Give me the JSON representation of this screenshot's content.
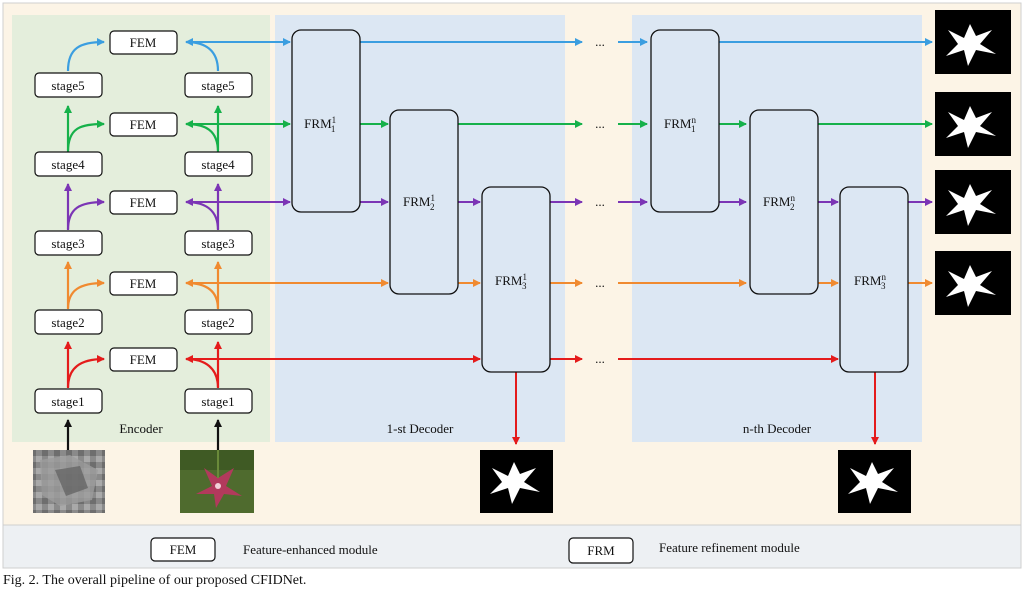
{
  "encoder": {
    "panel_label": "Encoder",
    "fem_label": "FEM",
    "left_stages": [
      "stage1",
      "stage2",
      "stage3",
      "stage4",
      "stage5"
    ],
    "right_stages": [
      "stage1",
      "stage2",
      "stage3",
      "stage4",
      "stage5"
    ]
  },
  "decoder1": {
    "panel_label": "1-st Decoder",
    "frm_base": "FRM",
    "frm_sup": [
      "1",
      "1",
      "1"
    ],
    "frm_sub": [
      "1",
      "2",
      "3"
    ]
  },
  "decoderN": {
    "panel_label": "n-th Decoder",
    "frm_base": "FRM",
    "frm_sup": [
      "n",
      "n",
      "n"
    ],
    "frm_sub": [
      "1",
      "2",
      "3"
    ]
  },
  "ellipsis": "...",
  "legend": {
    "fem_box": "FEM",
    "fem_desc": "Feature-enhanced module",
    "frm_box": "FRM",
    "frm_desc": "Feature refinement module"
  },
  "caption": "Fig. 2. The overall pipeline of our proposed CFIDNet.",
  "colors": {
    "level5": "#3b9ee0",
    "level4": "#16b14a",
    "level3": "#7b35b5",
    "level2": "#f08a30",
    "level1": "#e41b1b",
    "encoder_bg": "#e4eedc",
    "decoder_bg": "#dce7f3",
    "legend_bg": "#edf0f3",
    "outer_bg": "#fcf4e6"
  }
}
